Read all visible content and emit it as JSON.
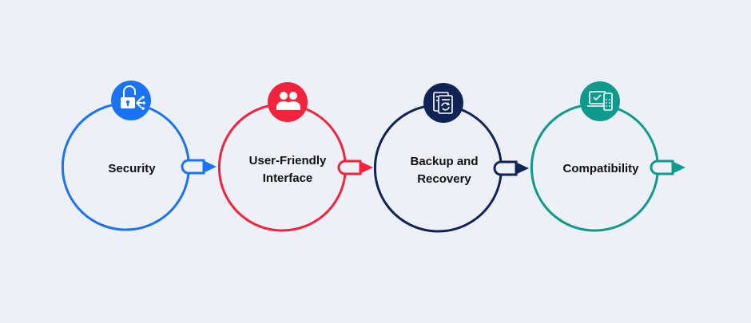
{
  "steps": [
    {
      "label": "Security",
      "icon": "padlock-network-icon",
      "color": "#1a73f0"
    },
    {
      "label": "User-Friendly\nInterface",
      "icon": "users-icon",
      "color": "#f0243c"
    },
    {
      "label": "Backup and\nRecovery",
      "icon": "backup-document-icon",
      "color": "#0f2455"
    },
    {
      "label": "Compatibility",
      "icon": "devices-icon",
      "color": "#109a8e"
    }
  ]
}
